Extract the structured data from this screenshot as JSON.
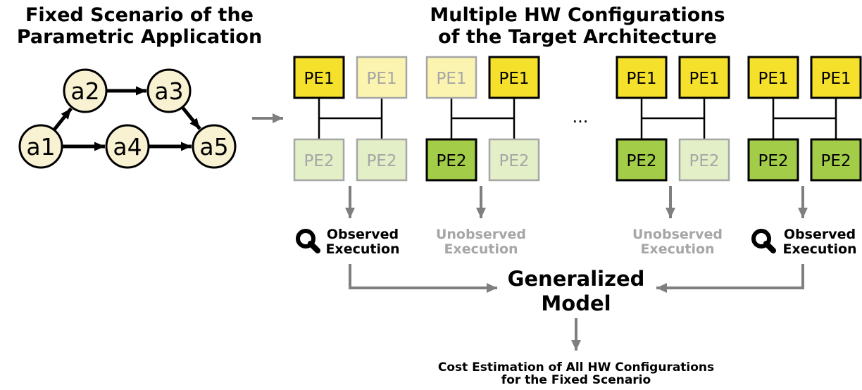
{
  "left_title": "Fixed Scenario of the\nParametric Application",
  "right_title": "Multiple HW Configurations\nof the Target Architecture",
  "graph": {
    "nodes": [
      "a1",
      "a2",
      "a3",
      "a4",
      "a5"
    ],
    "edges": [
      [
        "a1",
        "a2"
      ],
      [
        "a2",
        "a3"
      ],
      [
        "a3",
        "a5"
      ],
      [
        "a1",
        "a4"
      ],
      [
        "a4",
        "a5"
      ]
    ]
  },
  "pe": {
    "pe1_label": "PE1",
    "pe2_label": "PE2"
  },
  "configs": [
    {
      "pe1": [
        true,
        false
      ],
      "pe2": [
        false,
        false
      ]
    },
    {
      "pe1": [
        false,
        true
      ],
      "pe2": [
        true,
        false
      ]
    },
    {
      "pe1": [
        true,
        true
      ],
      "pe2": [
        true,
        false
      ]
    },
    {
      "pe1": [
        true,
        true
      ],
      "pe2": [
        true,
        true
      ]
    }
  ],
  "ellipsis": "...",
  "executions": {
    "observed": [
      "Observed",
      "Execution"
    ],
    "unobserved": [
      "Unobserved",
      "Execution"
    ]
  },
  "model_label": [
    "Generalized",
    "Model"
  ],
  "result_label": [
    "Cost Estimation of All HW Configurations",
    "for the Fixed Scenario"
  ],
  "colors": {
    "pe1_active": "#f5e12c",
    "pe1_inactive": "#fbf4b0",
    "pe2_active": "#a3cc48",
    "pe2_inactive": "#e3efc7",
    "node_fill": "#f8f2d3",
    "arrow_gray": "#7f7f7f",
    "faded_text": "#a6a6a6"
  }
}
